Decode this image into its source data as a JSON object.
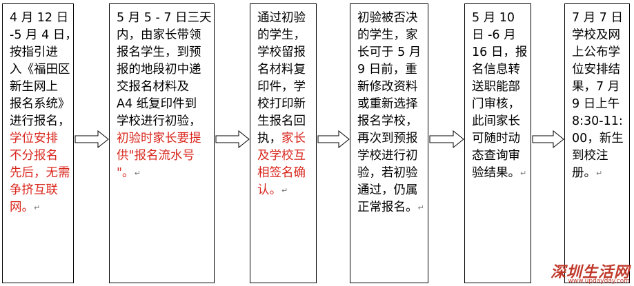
{
  "steps": [
    {
      "lines": [
        [
          {
            "t": "4 月 12 日"
          }
        ],
        [
          {
            "t": "-5 月 4 日，"
          }
        ],
        [
          {
            "t": "按指引进"
          }
        ],
        [
          {
            "t": "入《福田区"
          }
        ],
        [
          {
            "t": "新生网上"
          }
        ],
        [
          {
            "t": "报名系统》"
          }
        ],
        [
          {
            "t": "进行报名，"
          }
        ],
        [
          {
            "t": "学位安排",
            "r": true
          }
        ],
        [
          {
            "t": "不分报名",
            "r": true
          }
        ],
        [
          {
            "t": "先后，无需",
            "r": true
          }
        ],
        [
          {
            "t": "争挤互联",
            "r": true
          }
        ],
        [
          {
            "t": "网。",
            "r": true
          },
          {
            "t": "↵",
            "m": true
          }
        ]
      ]
    },
    {
      "lines": [
        [
          {
            "t": "5 月 5 - 7 日三天"
          }
        ],
        [
          {
            "t": "内，由家长带领"
          }
        ],
        [
          {
            "t": "报名学生，到预"
          }
        ],
        [
          {
            "t": "报的地段初中递"
          }
        ],
        [
          {
            "t": "交报名材料及"
          }
        ],
        [
          {
            "t": "A4 纸复印件到"
          }
        ],
        [
          {
            "t": "学校进行初验，"
          }
        ],
        [
          {
            "t": "初验时家长要提",
            "r": true
          }
        ],
        [
          {
            "t": "供\"报名流水号",
            "r": true
          }
        ],
        [
          {
            "t": "\"。",
            "r": true
          },
          {
            "t": "↵",
            "m": true
          }
        ]
      ]
    },
    {
      "lines": [
        [
          {
            "t": "通过初验"
          }
        ],
        [
          {
            "t": "的学生，"
          }
        ],
        [
          {
            "t": "学校留报"
          }
        ],
        [
          {
            "t": "名材料复"
          }
        ],
        [
          {
            "t": "印件，学"
          }
        ],
        [
          {
            "t": "校打印新"
          }
        ],
        [
          {
            "t": "生报名回"
          }
        ],
        [
          {
            "t": "执，"
          },
          {
            "t": "家长",
            "r": true
          }
        ],
        [
          {
            "t": "及学校互",
            "r": true
          }
        ],
        [
          {
            "t": "相签名确",
            "r": true
          }
        ],
        [
          {
            "t": "认。",
            "r": true
          },
          {
            "t": "↵",
            "m": true
          }
        ]
      ]
    },
    {
      "lines": [
        [
          {
            "t": "初验被否决"
          }
        ],
        [
          {
            "t": "的学生，家"
          }
        ],
        [
          {
            "t": "长可于 5 月"
          }
        ],
        [
          {
            "t": "9 日前，重"
          }
        ],
        [
          {
            "t": "新修改资料"
          }
        ],
        [
          {
            "t": "或重新选择"
          }
        ],
        [
          {
            "t": "报名学校，"
          }
        ],
        [
          {
            "t": "再次到预报"
          }
        ],
        [
          {
            "t": "学校进行初"
          }
        ],
        [
          {
            "t": "验，若初验"
          }
        ],
        [
          {
            "t": "通过，仍属"
          }
        ],
        [
          {
            "t": "正常报名。"
          },
          {
            "t": "↵",
            "m": true
          }
        ]
      ]
    },
    {
      "lines": [
        [
          {
            "t": "5 月 10"
          }
        ],
        [
          {
            "t": "日 -6 月"
          }
        ],
        [
          {
            "t": "16 日，报"
          }
        ],
        [
          {
            "t": "名信息转"
          }
        ],
        [
          {
            "t": "送职能部"
          }
        ],
        [
          {
            "t": "门审核，"
          }
        ],
        [
          {
            "t": "此间家长"
          }
        ],
        [
          {
            "t": "可随时动"
          }
        ],
        [
          {
            "t": "态查询审"
          }
        ],
        [
          {
            "t": "验结果。"
          },
          {
            "t": "↵",
            "m": true
          }
        ]
      ]
    },
    {
      "lines": [
        [
          {
            "t": "7 月 7 日"
          }
        ],
        [
          {
            "t": "学校及网"
          }
        ],
        [
          {
            "t": "上公布学"
          }
        ],
        [
          {
            "t": "位安排结"
          }
        ],
        [
          {
            "t": "果，7 月"
          }
        ],
        [
          {
            "t": "9 日上午"
          }
        ],
        [
          {
            "t": "8:30-11:"
          }
        ],
        [
          {
            "t": "00，新生"
          }
        ],
        [
          {
            "t": "到校注"
          }
        ],
        [
          {
            "t": "册。"
          },
          {
            "t": "↵",
            "m": true
          }
        ]
      ]
    }
  ],
  "watermark": {
    "name": "深圳生活网",
    "url": "www.updayday.com"
  }
}
